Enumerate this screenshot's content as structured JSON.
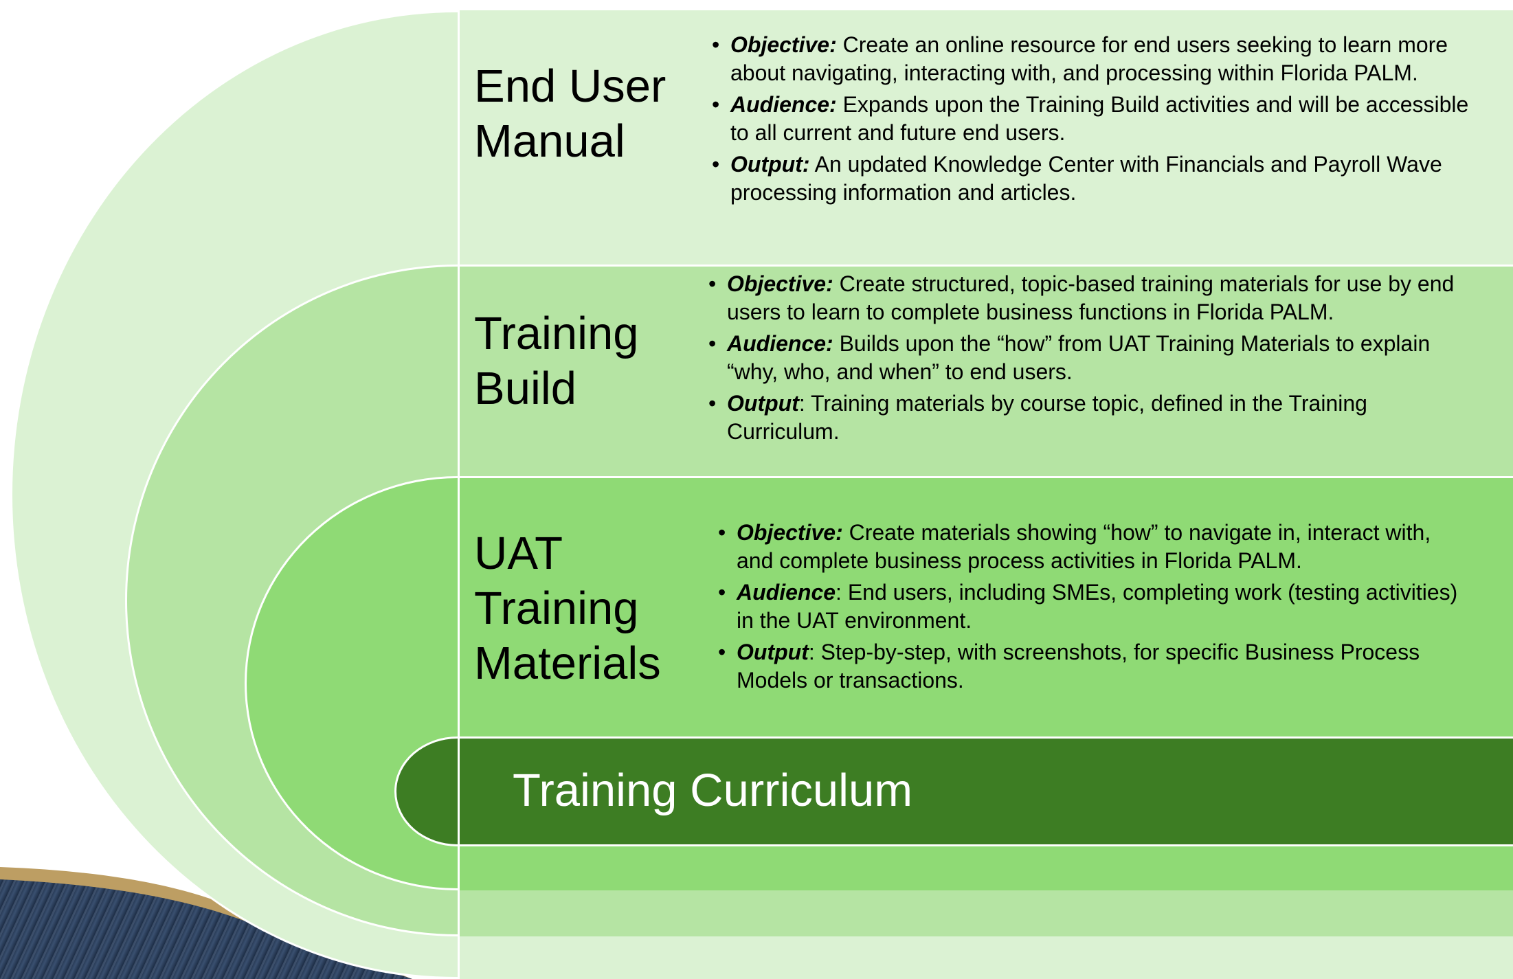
{
  "colors": {
    "level1": "#dbf2d3",
    "level2": "#b5e4a3",
    "level3": "#8fda75",
    "level4": "#3d7d23",
    "divider": "#ffffff",
    "decor_dark": "#243650",
    "decor_gold": "#bd9e63"
  },
  "sections": [
    {
      "title_lines": [
        "End User",
        "Manual"
      ],
      "bullets": [
        {
          "label": "Objective:",
          "text": " Create an online resource for end users seeking to learn more about navigating, interacting with, and processing within Florida PALM."
        },
        {
          "label": "Audience:",
          "text": " Expands upon the Training Build activities and will be accessible to all current and future end users."
        },
        {
          "label": "Output:",
          "text": " An updated Knowledge Center with Financials and Payroll Wave processing information and articles."
        }
      ]
    },
    {
      "title_lines": [
        "Training",
        "Build"
      ],
      "bullets": [
        {
          "label": "Objective:",
          "text": " Create structured, topic-based training materials for use by end users to learn to complete business functions in Florida PALM."
        },
        {
          "label": "Audience:",
          "text": " Builds upon the “how” from UAT Training Materials to explain “why, who, and when” to end users."
        },
        {
          "label": "Output",
          "text": ": Training materials by course topic, defined in the Training Curriculum."
        }
      ]
    },
    {
      "title_lines": [
        "UAT",
        "Training",
        "Materials"
      ],
      "bullets": [
        {
          "label": "Objective:",
          "text": " Create materials showing “how” to navigate in, interact with, and complete business process activities in Florida PALM."
        },
        {
          "label": "Audience",
          "text": ": End users, including SMEs, completing work (testing activities) in the UAT environment."
        },
        {
          "label": "Output",
          "text": ": Step-by-step, with screenshots, for specific Business Process Models or transactions."
        }
      ]
    }
  ],
  "core": {
    "title": "Training Curriculum"
  }
}
